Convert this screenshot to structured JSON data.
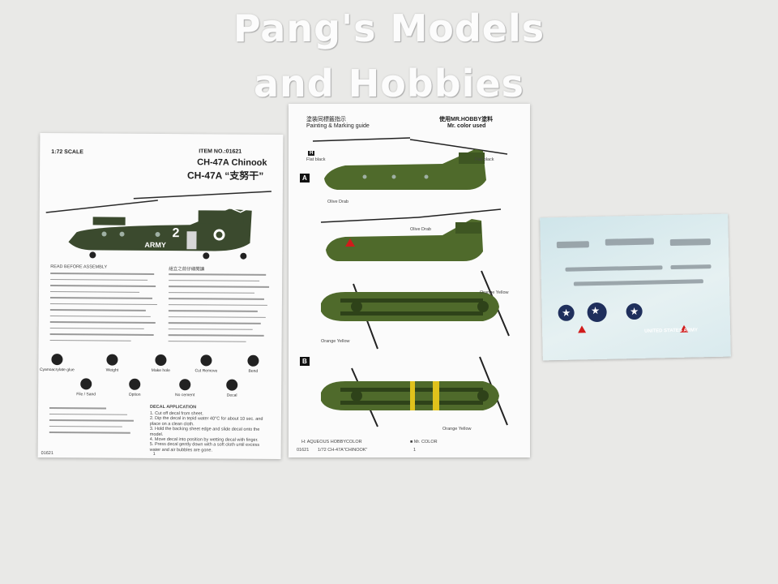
{
  "watermark": {
    "line1": "Pang's Models",
    "line2": "and Hobbies"
  },
  "left_sheet": {
    "scale": "1:72 SCALE",
    "item_no": "ITEM NO.:01621",
    "title_en": "CH-47A Chinook",
    "title_cn": "CH-47A “支努干”",
    "heli_number": "2",
    "heli_marking": "ARMY",
    "notes_heading": "READ BEFORE ASSEMBLY",
    "notes_heading_cn": "組立之前仔細閱讀",
    "icons": [
      "Cyanoacrylate glue",
      "Weight",
      "Make hole",
      "Cut Remove",
      "Bend",
      "File / Sand",
      "Option",
      "No cement",
      "Decal"
    ],
    "decal_heading": "DECAL APPLICATION",
    "decal_steps": [
      "1. Cut off decal from sheet.",
      "2. Dip the decal in tepid water 40°C for about 10 sec. and place on a clean cloth.",
      "3. Hold the backing sheet edge and slide decal onto the model.",
      "4. Move decal into position by wetting decal with finger.",
      "5. Press decal gently down with a soft cloth until excess water and air bubbles are gone."
    ],
    "footer_item": "01621",
    "footer_page": "1"
  },
  "right_sheet": {
    "heading_cn": "塗裝同標籤指示",
    "heading_en": "Painting & Marking guide",
    "brand_cn": "使用MR.HOBBY塗料",
    "brand_en": "Mr. color used",
    "scheme_a": "A",
    "scheme_b": "B",
    "code_olive": "Olive Drab",
    "code_black": "Flat black",
    "code_orange": "Orange Yellow",
    "footer_code": "01621",
    "footer_title": "1/72 CH-47A\"CHINOOK\"",
    "footer_page": "1",
    "legend_aqueous": "H: AQUEOUS HOBBYCOLOR",
    "legend_mr": "■ Mr. COLOR"
  },
  "decal_sheet": {
    "text": "UNITED STATES ARMY"
  },
  "colors": {
    "olive": "#4f6a2b",
    "olive_dark": "#2e4219",
    "background": "#e9e9e7",
    "roundel_blue": "#1f2f5c",
    "insignia_red": "#d11b1b"
  }
}
